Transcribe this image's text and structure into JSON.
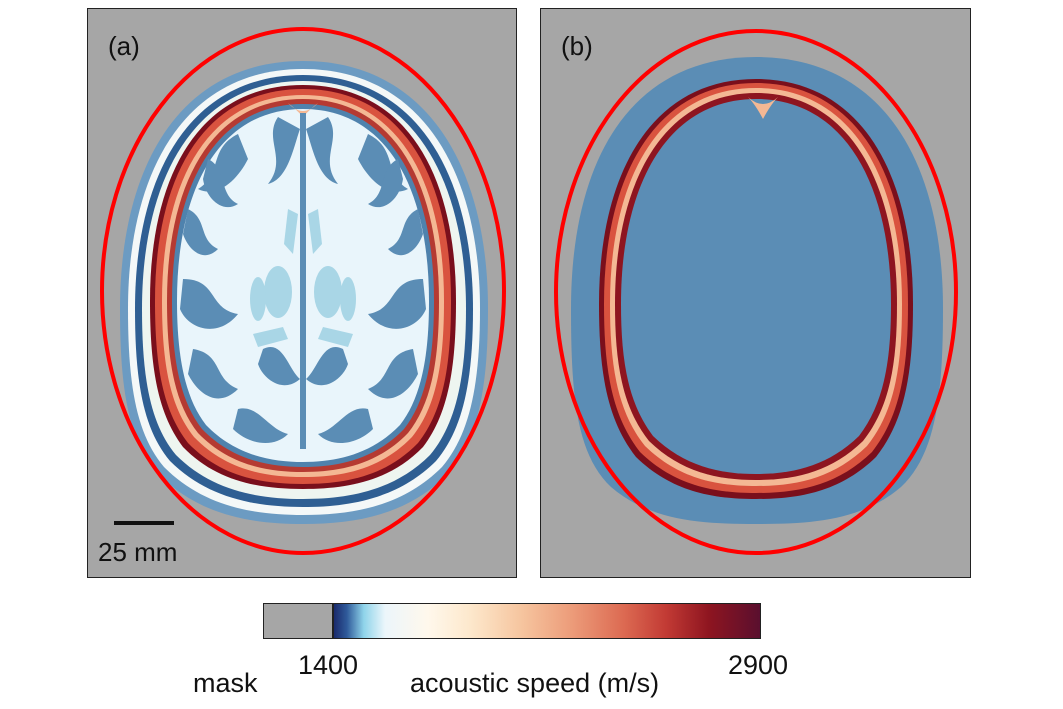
{
  "panels": [
    {
      "label": "(a)",
      "scale_text": "25 mm"
    },
    {
      "label": "(b)"
    }
  ],
  "colorbar": {
    "mask_label": "mask",
    "min_label": "1400",
    "max_label": "2900",
    "title": "acoustic speed (m/s)"
  },
  "colors": {
    "mask": "#a6a6a6",
    "outline": "#ff0000",
    "tissue_dark": "#5b8db5",
    "tissue_light": "#e9f5fb",
    "skull_red": "#c0392b",
    "skull_dark": "#7a0f1c"
  }
}
